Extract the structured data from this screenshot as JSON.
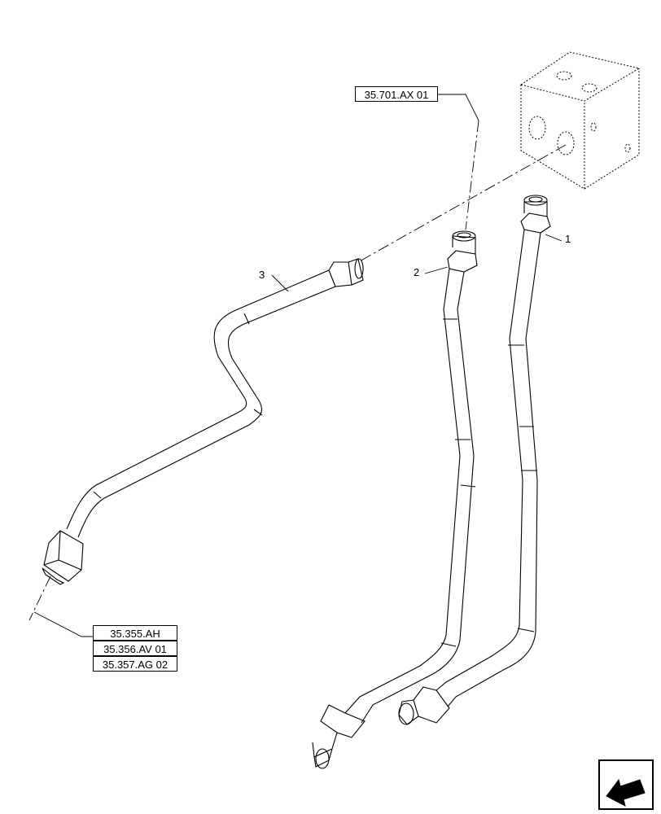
{
  "references": {
    "top": "35.701.AX 01",
    "bottom": [
      "35.355.AH",
      "35.356.AV 01",
      "35.357.AG 02"
    ]
  },
  "callouts": [
    "1",
    "2",
    "3"
  ],
  "nav_icon": "arrow-next-page-icon"
}
